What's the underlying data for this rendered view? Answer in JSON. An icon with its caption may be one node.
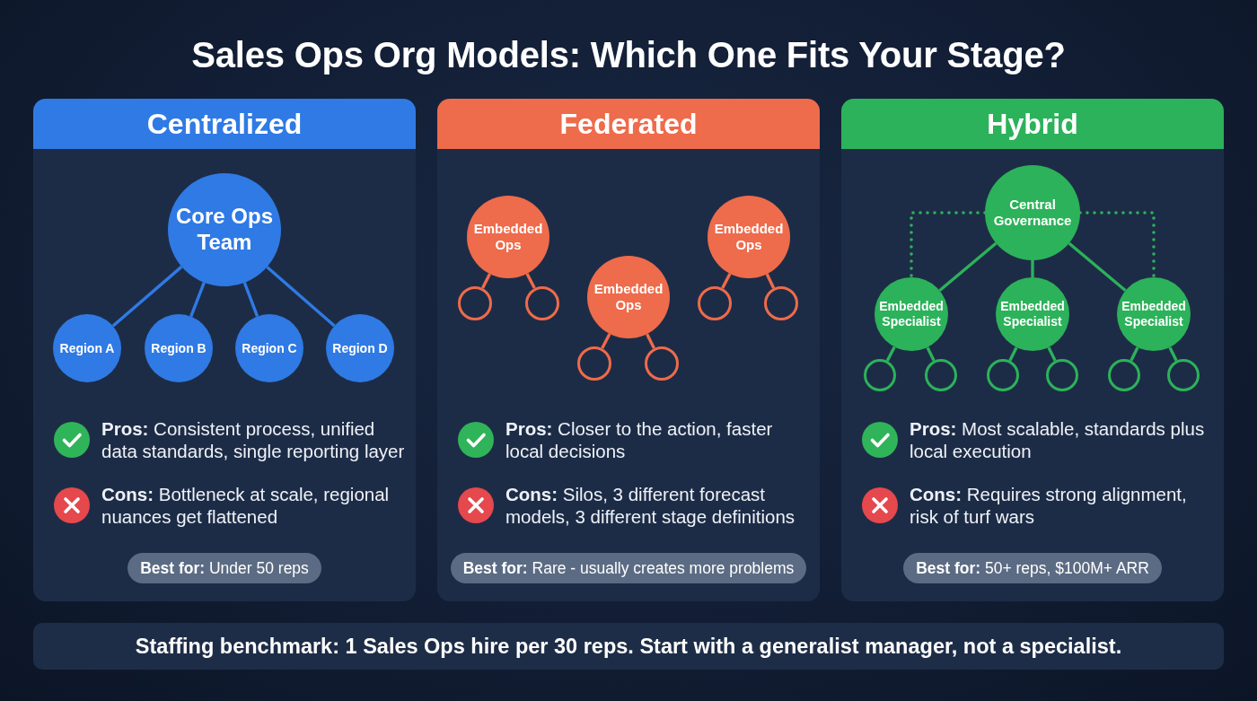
{
  "diagram": {
    "title": "Sales Ops Org Models: Which One Fits Your Stage?",
    "nodes": [
      {
        "text": [
          "Centralized",
          "**Pros:** Consistent process, unified data standards, single reporting layer",
          "**Cons:** Bottleneck at scale, regional nuances get flattened",
          "**Best for:** Under 50 reps"
        ]
      },
      {
        "text": [
          "Core Ops Team"
        ],
        "in": 0
      },
      {
        "text": [
          "Region A"
        ],
        "in": 0
      },
      {
        "text": [
          "Region B"
        ],
        "in": 0
      },
      {
        "text": [
          "Region C"
        ],
        "in": 0
      },
      {
        "text": [
          "Region D"
        ],
        "in": 0
      },
      {
        "text": [
          "Federated",
          "**Pros:** Closer to the action, faster local decisions",
          "**Cons:** Silos, 3 different forecast models, 3 different stage definitions",
          "**Best for:** Rare - usually creates more problems"
        ]
      },
      {
        "text": [
          "Embedded Ops"
        ],
        "in": 6
      },
      {
        "text": [],
        "shape": "circle",
        "in": 6
      },
      {
        "text": [],
        "shape": "circle",
        "in": 6
      },
      {
        "text": [
          "Embedded Ops"
        ],
        "in": 6
      },
      {
        "text": [],
        "shape": "circle",
        "in": 6
      },
      {
        "text": [],
        "shape": "circle",
        "in": 6
      },
      {
        "text": [
          "Embedded Ops"
        ],
        "in": 6
      },
      {
        "text": [],
        "shape": "circle",
        "in": 6
      },
      {
        "text": [],
        "shape": "circle",
        "in": 6
      },
      {
        "text": [
          "Hybrid",
          "**Pros:** Most scalable, standards plus local execution",
          "**Cons:** Requires strong alignment, risk of turf wars",
          "**Best for:** 50+ reps, $100M+ ARR"
        ]
      },
      {
        "text": [
          "Central Governance"
        ],
        "in": 16
      },
      {
        "text": [
          "Embedded Specialist"
        ],
        "in": 16
      },
      {
        "text": [],
        "shape": "circle",
        "in": 16
      },
      {
        "text": [],
        "shape": "circle",
        "in": 16
      },
      {
        "text": [
          "Embedded Specialist"
        ],
        "in": 16
      },
      {
        "text": [],
        "shape": "circle",
        "in": 16
      },
      {
        "text": [],
        "shape": "circle",
        "in": 16
      },
      {
        "text": [
          "Embedded Specialist"
        ],
        "in": 16
      },
      {
        "text": [],
        "shape": "circle",
        "in": 16
      },
      {
        "text": [],
        "shape": "circle",
        "in": 16
      },
      {
        "text": [
          "Staffing benchmark: 1 Sales Ops hire per 30 reps. Start with a generalist manager, not a specialist."
        ]
      }
    ],
    "edges": [
      {
        "from": 1,
        "to": 2,
        "arrow": "none",
        "color": "#2f7ae5"
      },
      {
        "from": 1,
        "to": 3,
        "arrow": "none",
        "color": "#2f7ae5"
      },
      {
        "from": 1,
        "to": 4,
        "arrow": "none",
        "color": "#2f7ae5"
      },
      {
        "from": 1,
        "to": 5,
        "arrow": "none",
        "color": "#2f7ae5"
      },
      {
        "from": 7,
        "to": 8,
        "arrow": "none",
        "color": "#ee6b4b"
      },
      {
        "from": 7,
        "to": 9,
        "arrow": "none",
        "color": "#ee6b4b"
      },
      {
        "from": 10,
        "to": 11,
        "arrow": "none",
        "color": "#ee6b4b"
      },
      {
        "from": 10,
        "to": 12,
        "arrow": "none",
        "color": "#ee6b4b"
      },
      {
        "from": 13,
        "to": 14,
        "arrow": "none",
        "color": "#ee6b4b"
      },
      {
        "from": 13,
        "to": 15,
        "arrow": "none",
        "color": "#ee6b4b"
      },
      {
        "from": 17,
        "to": 18,
        "arrow": "none"
      },
      {
        "from": 17,
        "to": 21,
        "arrow": "none"
      },
      {
        "from": 17,
        "to": 24,
        "arrow": "none"
      },
      {
        "from": 17,
        "to": 18,
        "arrow": "none",
        "style": "dashed"
      },
      {
        "from": 17,
        "to": 24,
        "arrow": "none",
        "style": "dashed"
      },
      {
        "from": 18,
        "to": 19,
        "arrow": "none"
      },
      {
        "from": 18,
        "to": 20,
        "arrow": "none"
      },
      {
        "from": 21,
        "to": 22,
        "arrow": "none"
      },
      {
        "from": 21,
        "to": 23,
        "arrow": "none"
      },
      {
        "from": 24,
        "to": 25,
        "arrow": "none"
      },
      {
        "from": 24,
        "to": 26,
        "arrow": "none"
      }
    ]
  }
}
